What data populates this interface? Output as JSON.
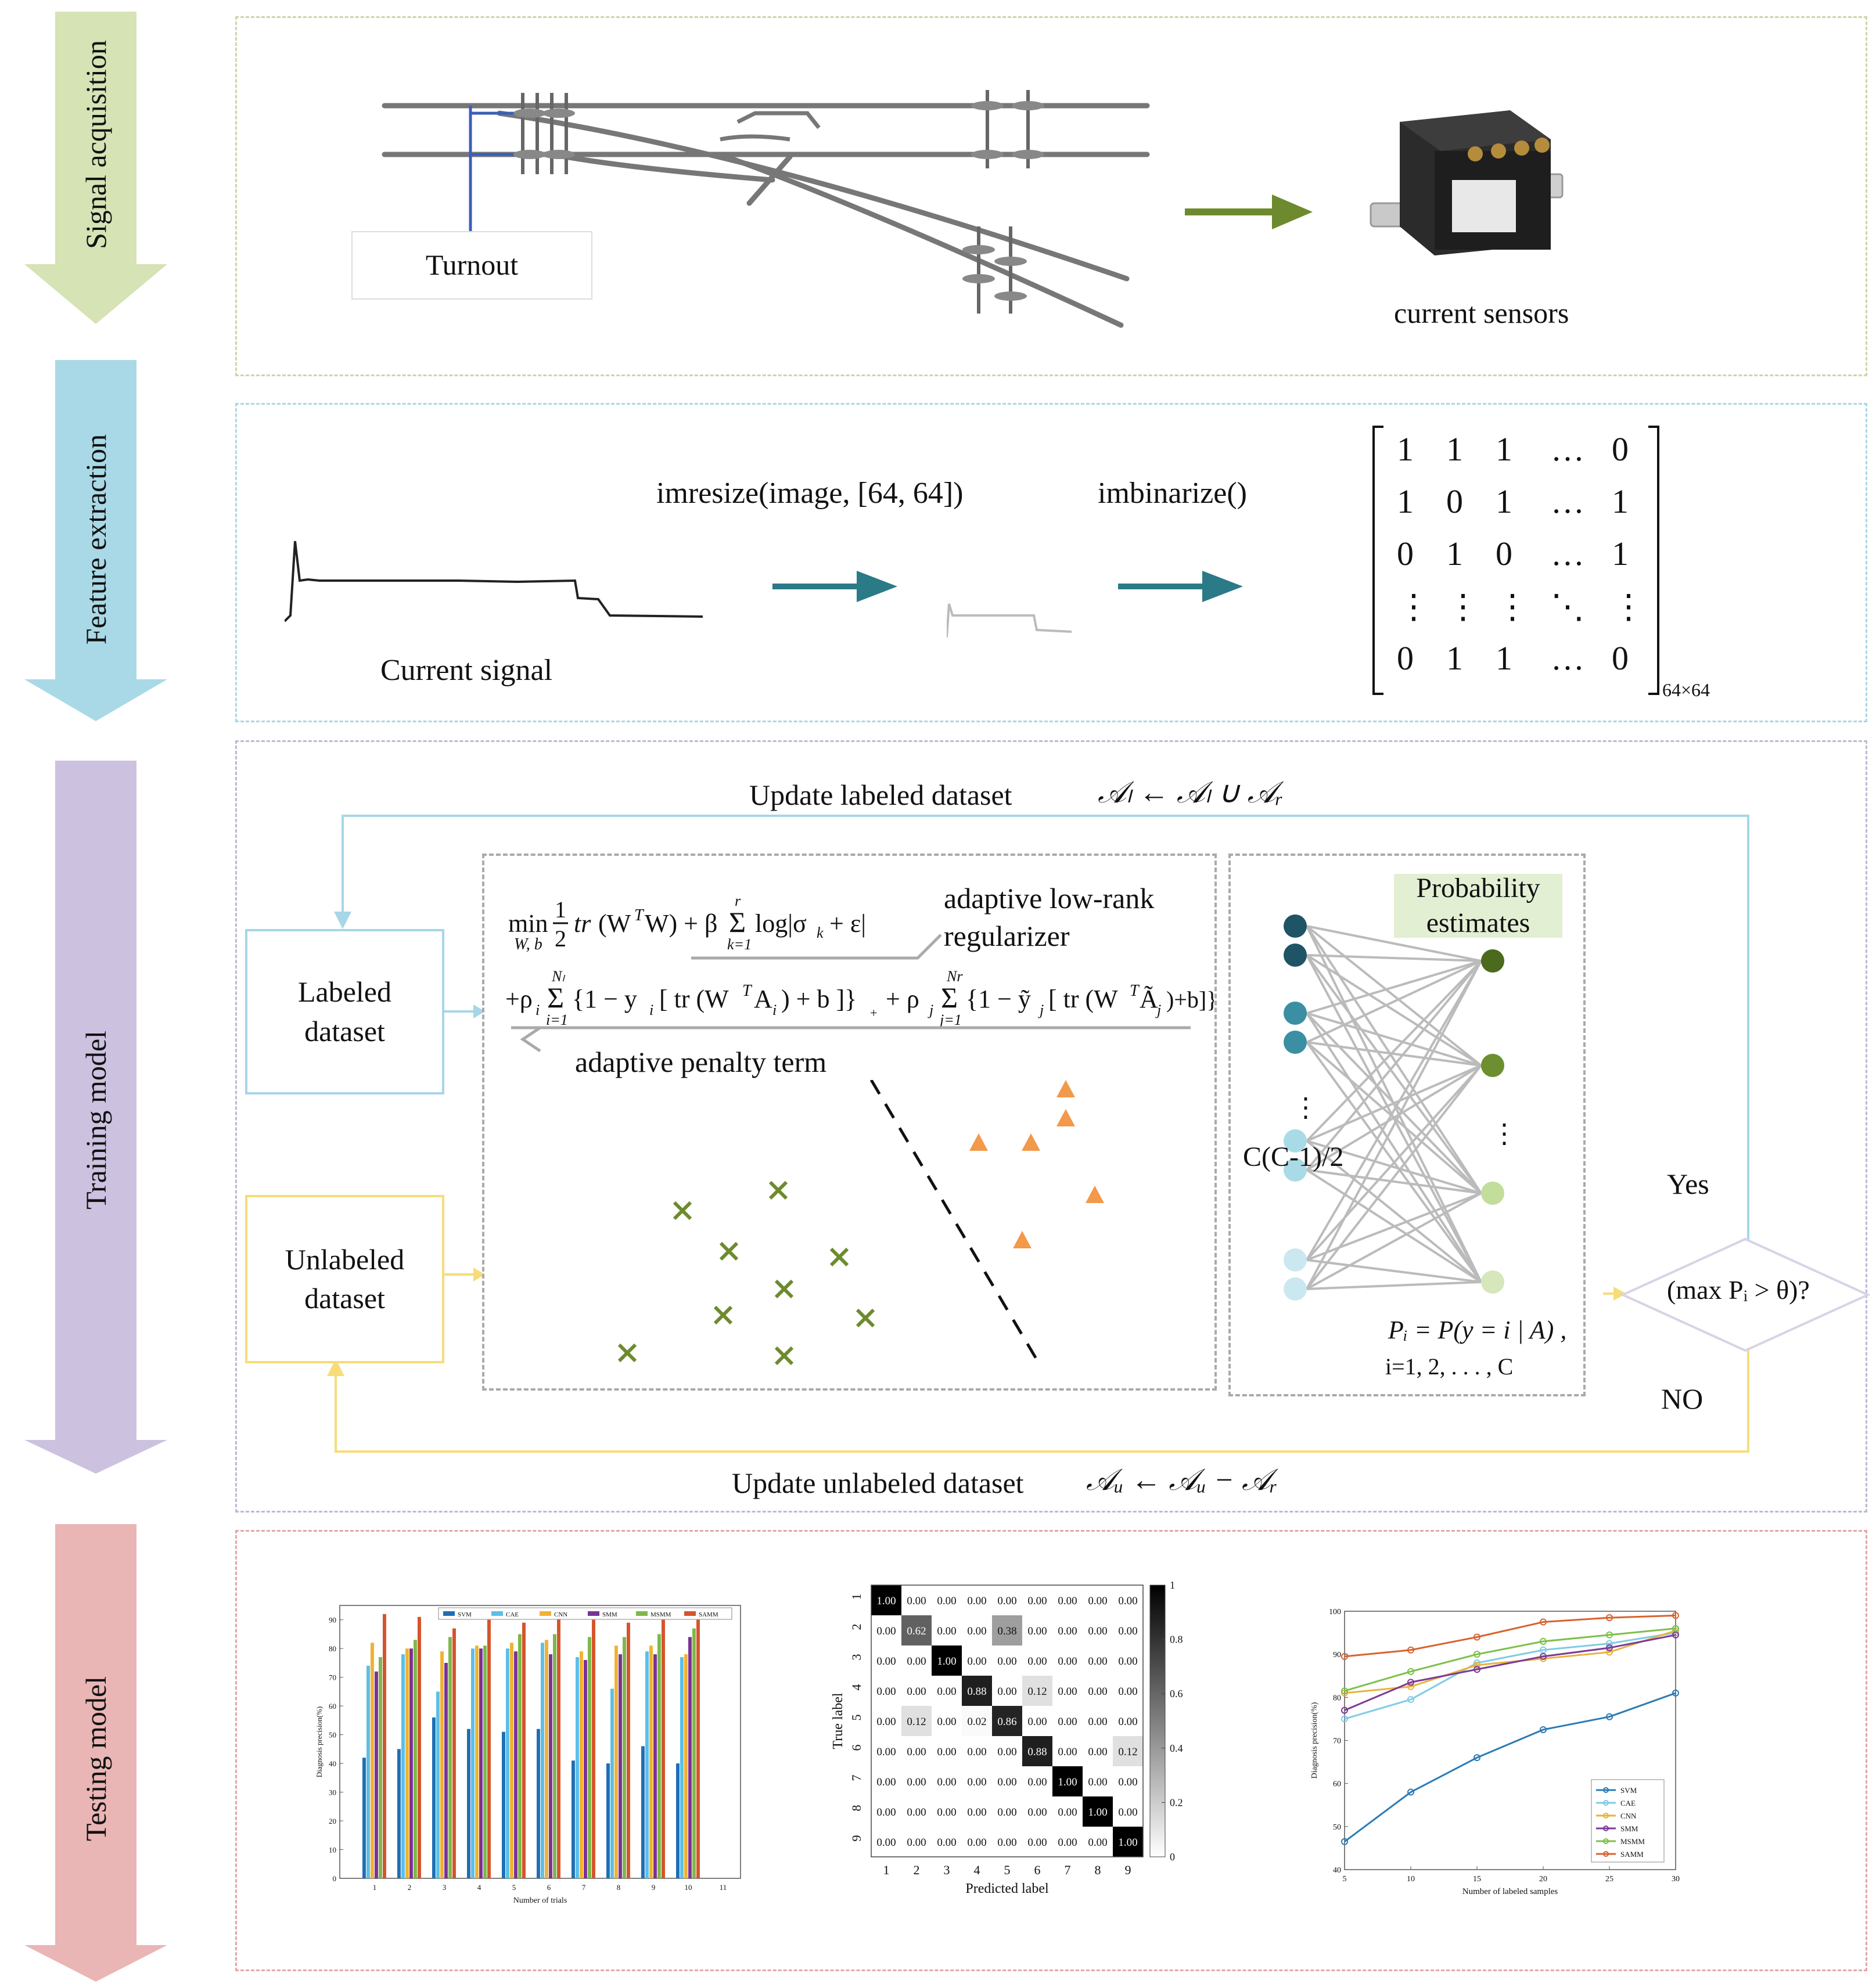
{
  "stages": [
    {
      "label": "Signal acquisition",
      "color": "#d5e3b5"
    },
    {
      "label": "Feature extraction",
      "color": "#a9d9e6"
    },
    {
      "label": "Training model",
      "color": "#ccc2e0"
    },
    {
      "label": "Testing model",
      "color": "#eab5b5"
    }
  ],
  "signal_acquisition": {
    "turnout_label": "Turnout",
    "sensor_label": "current sensors"
  },
  "feature_extraction": {
    "signal_label": "Current signal",
    "resize_label": "imresize(image, [64, 64])",
    "binarize_label": "imbinarize()",
    "matrix_rows": [
      [
        "1",
        "1",
        "1",
        "…",
        "0"
      ],
      [
        "1",
        "0",
        "1",
        "…",
        "1"
      ],
      [
        "0",
        "1",
        "0",
        "…",
        "1"
      ],
      [
        "⋮",
        "⋮",
        "⋮",
        "⋱",
        "⋮"
      ],
      [
        "0",
        "1",
        "1",
        "…",
        "0"
      ]
    ],
    "matrix_size": "64×64"
  },
  "training": {
    "update_labeled": "Update labeled dataset",
    "update_labeled_formula": "𝒜ₗ ← 𝒜ₗ ∪ 𝒜ᵣ",
    "update_unlabeled": "Update unlabeled dataset",
    "update_unlabeled_formula": "𝒜ᵤ ← 𝒜ᵤ − 𝒜ᵣ",
    "labeled_box": "Labeled dataset",
    "unlabeled_box": "Unlabeled dataset",
    "regularizer_label": "adaptive   low-rank regularizer",
    "penalty_label": "adaptive penalty term",
    "prob_label": "Probability estimates",
    "ellipsis": "⋮",
    "pairs_label": "C(C-1)/2",
    "prob_formula": "Pᵢ = P(y = i | A) ,",
    "prob_index": "i=1, 2, . . . , C",
    "decision": "(max  Pᵢ > θ)?",
    "yes": "Yes",
    "no": "NO"
  },
  "testing": {
    "bar_chart": {
      "type": "bar",
      "legend": [
        "SVM",
        "CAE",
        "CNN",
        "SMM",
        "MSMM",
        "SAMM"
      ],
      "colors": [
        "#1f6fb4",
        "#5bbfe8",
        "#f0b232",
        "#7b3294",
        "#7db84a",
        "#d4552b"
      ],
      "categories": [
        "1",
        "2",
        "3",
        "4",
        "5",
        "6",
        "7",
        "8",
        "9",
        "10"
      ],
      "extra_tick": "11",
      "series": [
        {
          "name": "SVM",
          "values": [
            42,
            45,
            56,
            52,
            51,
            52,
            41,
            40,
            46,
            40
          ]
        },
        {
          "name": "CAE",
          "values": [
            74,
            78,
            65,
            80,
            80,
            82,
            77,
            66,
            79,
            77
          ]
        },
        {
          "name": "CNN",
          "values": [
            82,
            80,
            79,
            81,
            82,
            83,
            79,
            81,
            81,
            78
          ]
        },
        {
          "name": "SMM",
          "values": [
            72,
            80,
            75,
            80,
            79,
            78,
            76,
            78,
            78,
            84
          ]
        },
        {
          "name": "MSMM",
          "values": [
            77,
            83,
            84,
            81,
            85,
            85,
            84,
            84,
            85,
            87
          ]
        },
        {
          "name": "SAMM",
          "values": [
            92,
            91,
            87,
            90,
            89,
            91,
            90,
            89,
            90,
            90
          ]
        }
      ],
      "ylabel": "Diagnosis precision(%)",
      "xlabel": "Number of trials",
      "ylim": [
        0,
        95
      ],
      "yticks": [
        "0",
        "10",
        "20",
        "30",
        "40",
        "50",
        "60",
        "70",
        "80",
        "90"
      ]
    },
    "confusion_matrix": {
      "type": "heatmap",
      "labels": [
        "1",
        "2",
        "3",
        "4",
        "5",
        "6",
        "7",
        "8",
        "9"
      ],
      "values": [
        [
          "1.00",
          "0.00",
          "0.00",
          "0.00",
          "0.00",
          "0.00",
          "0.00",
          "0.00",
          "0.00"
        ],
        [
          "0.00",
          "0.62",
          "0.00",
          "0.00",
          "0.38",
          "0.00",
          "0.00",
          "0.00",
          "0.00"
        ],
        [
          "0.00",
          "0.00",
          "1.00",
          "0.00",
          "0.00",
          "0.00",
          "0.00",
          "0.00",
          "0.00"
        ],
        [
          "0.00",
          "0.00",
          "0.00",
          "0.88",
          "0.00",
          "0.12",
          "0.00",
          "0.00",
          "0.00"
        ],
        [
          "0.00",
          "0.12",
          "0.00",
          "0.02",
          "0.86",
          "0.00",
          "0.00",
          "0.00",
          "0.00"
        ],
        [
          "0.00",
          "0.00",
          "0.00",
          "0.00",
          "0.00",
          "0.88",
          "0.00",
          "0.00",
          "0.12"
        ],
        [
          "0.00",
          "0.00",
          "0.00",
          "0.00",
          "0.00",
          "0.00",
          "1.00",
          "0.00",
          "0.00"
        ],
        [
          "0.00",
          "0.00",
          "0.00",
          "0.00",
          "0.00",
          "0.00",
          "0.00",
          "1.00",
          "0.00"
        ],
        [
          "0.00",
          "0.00",
          "0.00",
          "0.00",
          "0.00",
          "0.00",
          "0.00",
          "0.00",
          "1.00"
        ]
      ],
      "ylabel": "True label",
      "xlabel": "Predicted label",
      "colorbar_ticks": [
        "0",
        "0.2",
        "0.4",
        "0.6",
        "0.8",
        "1"
      ]
    },
    "line_chart": {
      "type": "line",
      "x": [
        5,
        10,
        15,
        20,
        25,
        30
      ],
      "series": [
        {
          "name": "SVM",
          "values": [
            46.5,
            58,
            66,
            72.5,
            75.5,
            81
          ],
          "color": "#2a7bb8"
        },
        {
          "name": "CAE",
          "values": [
            75,
            79.5,
            88,
            91,
            92.5,
            95
          ],
          "color": "#7fcbe6"
        },
        {
          "name": "CNN",
          "values": [
            81,
            82.5,
            87.5,
            89,
            90.5,
            95.5
          ],
          "color": "#e8b33c"
        },
        {
          "name": "SMM",
          "values": [
            77,
            83.5,
            86.5,
            89.5,
            91.5,
            94.5
          ],
          "color": "#7d3a96"
        },
        {
          "name": "MSMM",
          "values": [
            81.5,
            86,
            90,
            93,
            94.5,
            96
          ],
          "color": "#7cc04a"
        },
        {
          "name": "SAMM",
          "values": [
            89.5,
            91,
            94,
            97.5,
            98.5,
            99
          ],
          "color": "#d9622e"
        }
      ],
      "ylabel": "Diagnosis precision(%)",
      "xlabel": "Number of labeled samples",
      "ylim": [
        40,
        100
      ],
      "yticks": [
        "40",
        "50",
        "60",
        "70",
        "80",
        "90",
        "100"
      ],
      "xticks": [
        "5",
        "10",
        "15",
        "20",
        "25",
        "30"
      ]
    }
  }
}
